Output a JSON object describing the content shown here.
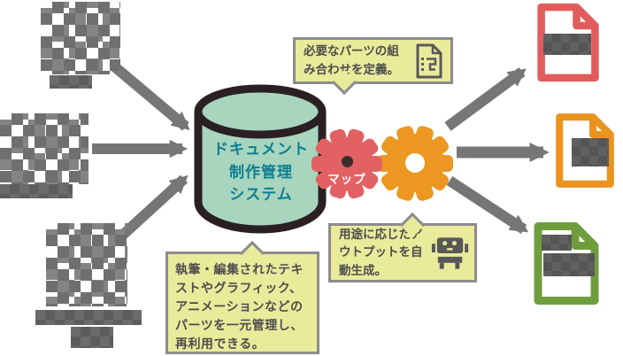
{
  "diagram": {
    "title_system": {
      "full": "ドキュメント制作管理システム",
      "lines": [
        "ドキュメント",
        "制作管理",
        "システム"
      ]
    },
    "gears": {
      "map_label": "マップ",
      "left_gear_color": "#e26263",
      "right_gear_color": "#eb9722"
    },
    "callouts": {
      "top": {
        "text": "必要なパーツの組み合わせを定義。",
        "icon": "map-document-icon"
      },
      "bottom_left": {
        "text": "執筆・編集されたテキストやグラフィック、アニメーションなどのパーツを一元管理し、再利用できる。"
      },
      "bottom_right": {
        "text": "用途に応じたアウトプットを自動生成。",
        "icon": "robot-icon"
      }
    },
    "sources": {
      "icons": [
        "pixelated-source-icon-1",
        "pixelated-source-icon-2",
        "pixelated-source-icon-3"
      ],
      "note_labels_pixelated": true
    },
    "outputs": {
      "documents": [
        {
          "icon": "document-icon",
          "color": "#e25c5c"
        },
        {
          "icon": "document-icon",
          "color": "#ea9420"
        },
        {
          "icon": "document-icon",
          "color": "#6f9d3e"
        }
      ]
    },
    "colors": {
      "cylinder_fill": "#a7d5bd",
      "cylinder_outline": "#2a2023",
      "cylinder_text": "#0e7e92",
      "callout_bg": "#e9eb9b",
      "callout_border": "#8c8c8c",
      "callout_text": "#4d4d4d",
      "arrow_gray": "#767676",
      "icon_gray": "#585858"
    }
  }
}
